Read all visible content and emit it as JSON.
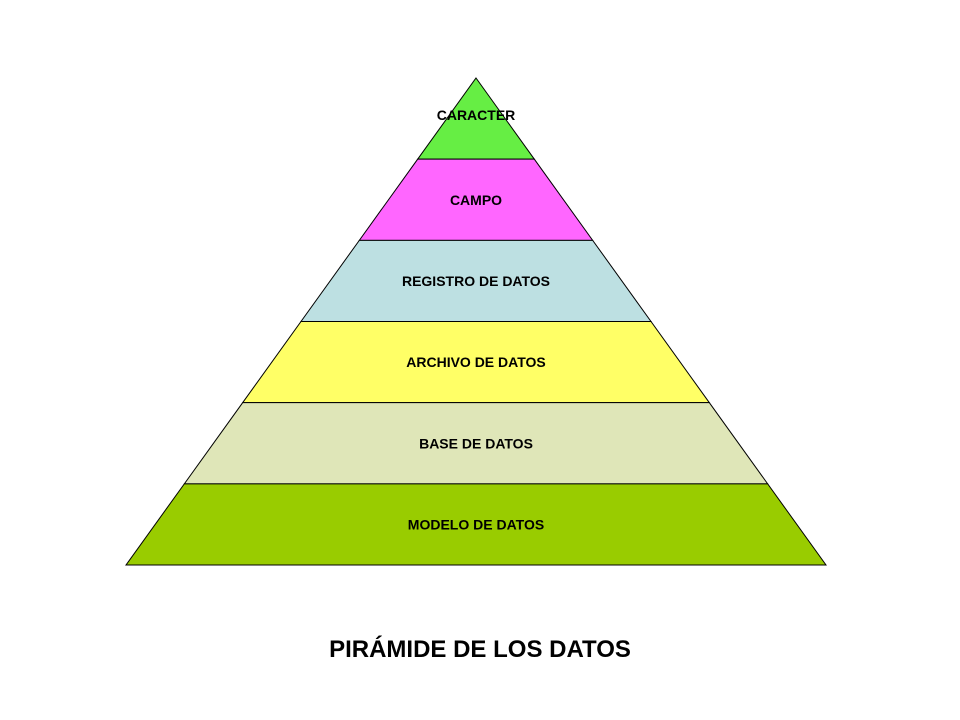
{
  "title": "PIRÁMIDE DE LOS DATOS",
  "levels": [
    {
      "label": "CARACTER",
      "color": "#66ee44"
    },
    {
      "label": "CAMPO",
      "color": "#ff66ff"
    },
    {
      "label": "REGISTRO DE DATOS",
      "color": "#bde0e2"
    },
    {
      "label": "ARCHIVO DE DATOS",
      "color": "#ffff66"
    },
    {
      "label": "BASE DE DATOS",
      "color": "#dfe6b8"
    },
    {
      "label": "MODELO DE DATOS",
      "color": "#99cc00"
    }
  ],
  "outline_color": "#000000"
}
